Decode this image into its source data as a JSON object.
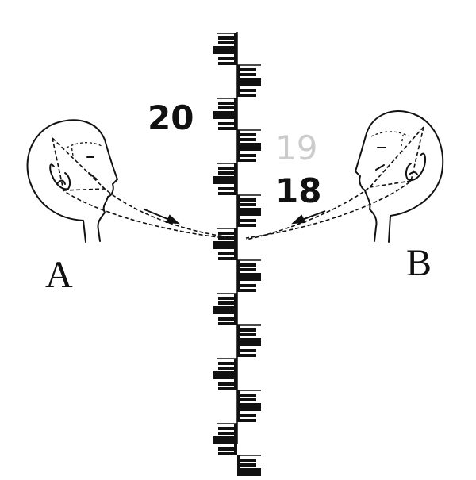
{
  "labels": {
    "person_left": "A",
    "person_right": "B"
  },
  "staff": {
    "numbers": [
      "20",
      "19",
      "18"
    ],
    "highlight_color": "#cccccc"
  },
  "colors": {
    "ink": "#111111",
    "background": "#ffffff"
  }
}
